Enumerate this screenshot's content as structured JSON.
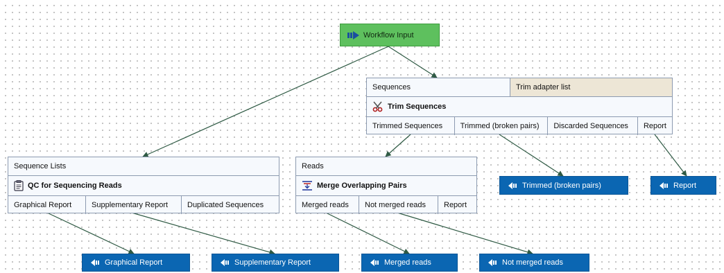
{
  "workflow_input": {
    "label": "Workflow Input"
  },
  "trim_sequences": {
    "inputs": [
      "Sequences",
      "Trim adapter list"
    ],
    "title": "Trim Sequences",
    "outputs": [
      "Trimmed Sequences",
      "Trimmed (broken pairs)",
      "Discarded Sequences",
      "Report"
    ]
  },
  "qc_reads": {
    "inputs": [
      "Sequence Lists"
    ],
    "title": "QC for Sequencing Reads",
    "outputs": [
      "Graphical Report",
      "Supplementary Report",
      "Duplicated Sequences"
    ]
  },
  "merge_pairs": {
    "inputs": [
      "Reads"
    ],
    "title": "Merge Overlapping Pairs",
    "outputs": [
      "Merged reads",
      "Not merged reads",
      "Report"
    ]
  },
  "workflow_outputs": {
    "trimmed_broken_pairs": "Trimmed (broken pairs)",
    "report": "Report",
    "graphical_report": "Graphical Report",
    "supplementary_report": "Supplementary Report",
    "merged_reads": "Merged reads",
    "not_merged_reads": "Not merged reads"
  },
  "colors": {
    "input_node": "#5ec05e",
    "output_node": "#0b66b2",
    "tool_node_bg": "#f6f9fd",
    "tool_border": "#8c9ab0",
    "edge": "#2f5a44",
    "adapter_port": "#ede6d6"
  },
  "icons": {
    "workflow_input": "input-arrow-icon",
    "trim_sequences": "scissors-icon",
    "qc_reads": "clipboard-icon",
    "merge_pairs": "merge-icon",
    "workflow_output": "output-arrow-icon"
  }
}
